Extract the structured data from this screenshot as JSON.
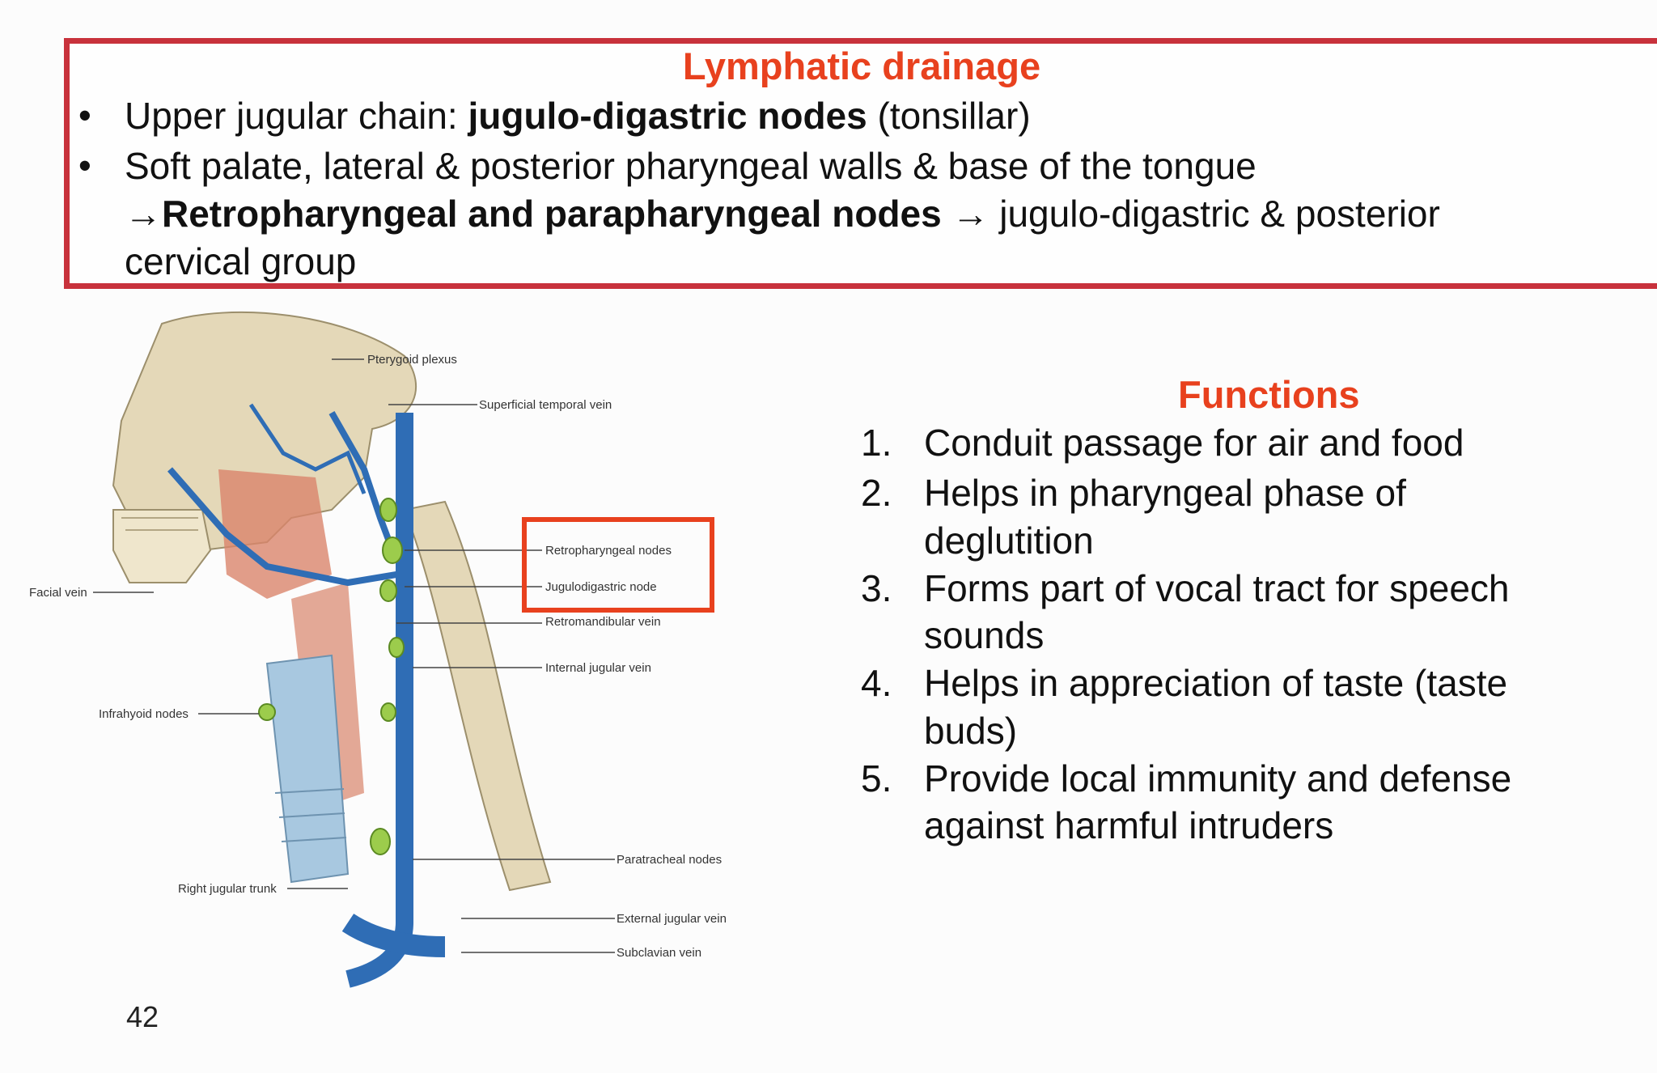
{
  "lymphatic": {
    "title": "Lymphatic drainage",
    "bullet_char": "•",
    "items": [
      {
        "pre": "Upper jugular chain: ",
        "bold": "jugulo-digastric nodes",
        "post": " (tonsillar)"
      },
      {
        "line1": "Soft palate, lateral & posterior pharyngeal walls & base of  the tongue",
        "arrow1": "→",
        "bold": "Retropharyngeal and parapharyngeal  nodes",
        "arrow2": " → ",
        "post": "jugulo-digastric & posterior",
        "line3": "cervical group"
      }
    ]
  },
  "figure": {
    "labels": {
      "pterygoid": "Pterygoid plexus",
      "sup_temporal": "Superficial temporal vein",
      "retropharyngeal": "Retropharyngeal nodes",
      "jugulodigastric": "Jugulodigastric node",
      "retromandibular": "Retromandibular vein",
      "facial": "Facial vein",
      "internal_jugular": "Internal jugular vein",
      "infrahyoid": "Infrahyoid nodes",
      "paratracheal": "Paratracheal nodes",
      "right_jugular": "Right jugular trunk",
      "external_jugular": "External jugular vein",
      "subclavian": "Subclavian vein"
    },
    "highlight_color": "#e8411e"
  },
  "functions": {
    "title": "Functions",
    "items": [
      {
        "num": "1.",
        "lines": [
          "Conduit passage for air and food"
        ]
      },
      {
        "num": "2.",
        "lines": [
          "Helps in pharyngeal phase of",
          "deglutition"
        ]
      },
      {
        "num": "3.",
        "lines": [
          "Forms part of vocal tract for speech",
          "sounds"
        ]
      },
      {
        "num": "4.",
        "lines": [
          "Helps in appreciation of taste (taste",
          "buds)"
        ]
      },
      {
        "num": "5.",
        "lines": [
          "Provide local immunity and defense",
          "against harmful intruders"
        ]
      }
    ]
  },
  "page_number": "42",
  "colors": {
    "accent": "#e8411e",
    "box_border": "#c8323c"
  }
}
